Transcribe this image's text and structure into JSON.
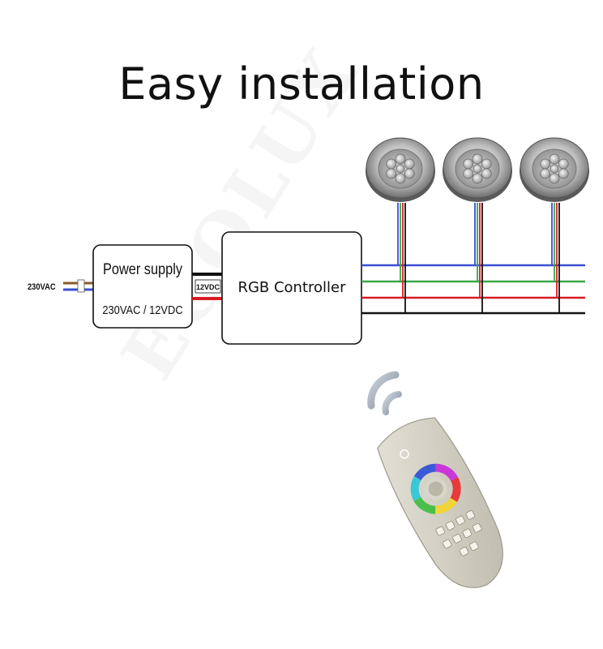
{
  "title": "Easy installation",
  "input_label": "230VAC",
  "power_supply": {
    "name": "Power supply",
    "rating": "230VAC / 12VDC"
  },
  "dc_label": "12VDC",
  "controller": {
    "name": "RGB Controller"
  },
  "watermark": "ECOLUX",
  "colors": {
    "blue": "#3a4fd0",
    "green": "#3aa848",
    "red": "#d81c24",
    "black": "#111111",
    "brown": "#8a5a2b"
  },
  "lights": [
    "led-light-1",
    "led-light-2",
    "led-light-3"
  ]
}
